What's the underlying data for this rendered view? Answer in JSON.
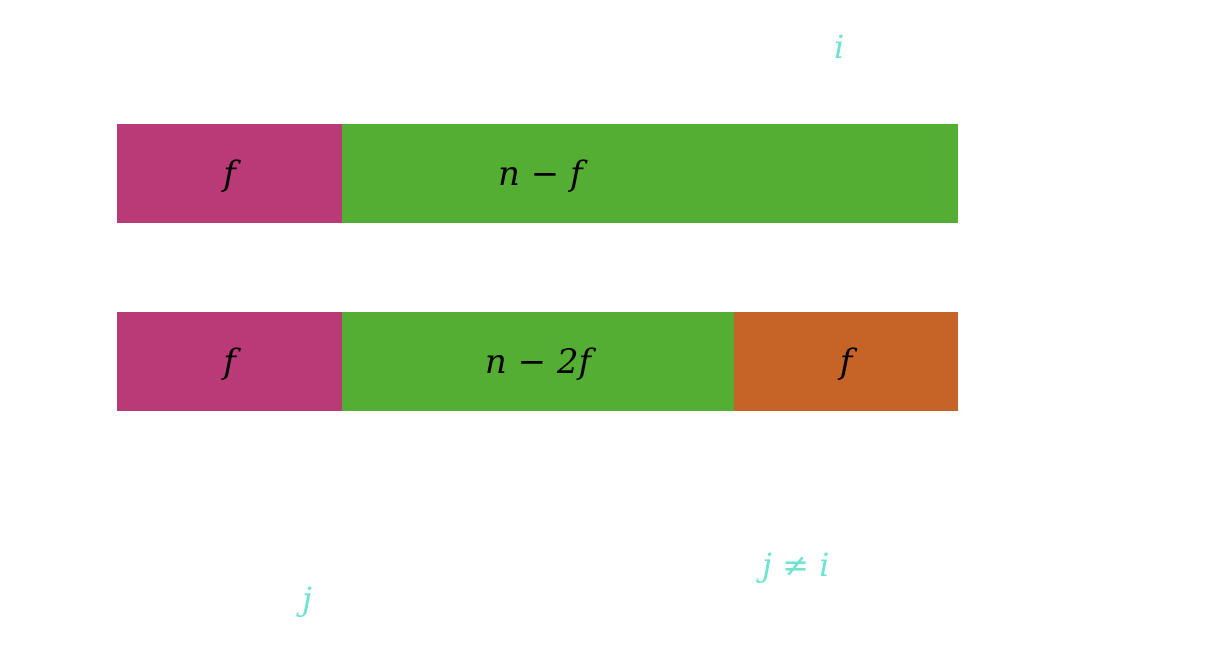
{
  "labels": {
    "top": "i",
    "bottom_left": "j",
    "bottom_right": "j ≠ i"
  },
  "rows": [
    {
      "segments": [
        {
          "text": "f",
          "color": "#B93A77"
        },
        {
          "text": "n − f",
          "color": "#54AE33"
        }
      ]
    },
    {
      "segments": [
        {
          "text": "f",
          "color": "#B93A77"
        },
        {
          "text": "n − 2f",
          "color": "#54AE33"
        },
        {
          "text": "f",
          "color": "#C66428"
        }
      ]
    }
  ],
  "colors": {
    "label": "#6EE3CF"
  }
}
